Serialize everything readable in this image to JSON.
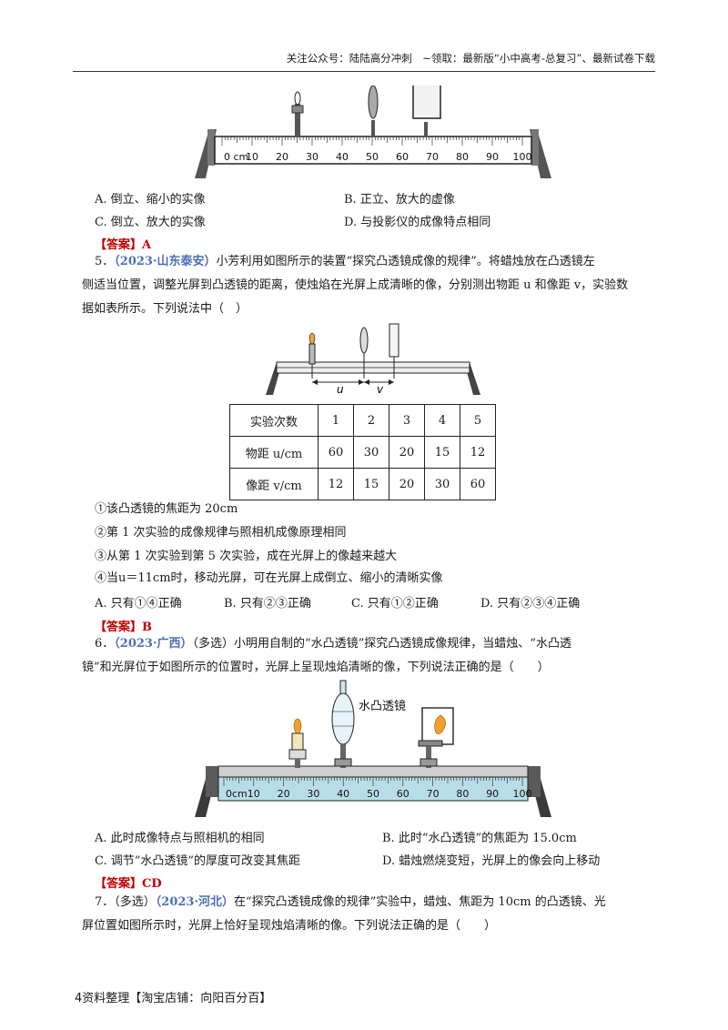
{
  "header": "关注公众号：陆陆高分冲刺　~领取：最新版“小中高考-总复习”、最新试卷下载",
  "q4": {
    "optA": "A. 倒立、缩小的实像",
    "optB": "B. 正立、放大的虚像",
    "optC": "C. 倒立、放大的实像",
    "optD": "D. 与投影仪的成像特点相同",
    "answer": "【答案】A",
    "ruler_ticks": [
      "0 cm",
      "10",
      "20",
      "30",
      "40",
      "50",
      "60",
      "70",
      "80",
      "90",
      "100"
    ]
  },
  "q5": {
    "num": "5．",
    "source": "（2023·山东泰安）",
    "line1": "小芳利用如图所示的装置“探究凸透镜成像的规律”。将蜡烛放在凸透镜左",
    "line2": "侧适当位置，调整光屏到凸透镜的距离，使烛焰在光屏上成清晰的像，分别测出物距 u 和像距 v，实验数",
    "line3": "据如表所示。下列说法中（　）",
    "label_u": "u",
    "label_v": "v",
    "table": {
      "rows": [
        [
          "实验次数",
          "1",
          "2",
          "3",
          "4",
          "5"
        ],
        [
          "物距 u/cm",
          "60",
          "30",
          "20",
          "15",
          "12"
        ],
        [
          "像距 v/cm",
          "12",
          "15",
          "20",
          "30",
          "60"
        ]
      ]
    },
    "s1": "①该凸透镜的焦距为 20cm",
    "s2": "②第 1 次实验的成像规律与照相机成像原理相同",
    "s3": "③从第 1 次实验到第 5 次实验，成在光屏上的像越来越大",
    "s4": "④当u＝11cm时，移动光屏，可在光屏上成倒立、缩小的清晰实像",
    "optA": "A. 只有①④正确",
    "optB": "B. 只有②③正确",
    "optC": "C. 只有①②正确",
    "optD": "D. 只有②③④正确",
    "answer": "【答案】B"
  },
  "q6": {
    "num": "6．",
    "source": "（2023·广西）",
    "line1": "（多选）小明用自制的“水凸透镜”探究凸透镜成像规律，当蜡烛、“水凸透",
    "line2": "镜”和光屏位于如图所示的位置时，光屏上呈现烛焰清晰的像，下列说法正确的是（　　）",
    "lens_label": "水凸透镜",
    "ruler_ticks": [
      "0cm",
      "10",
      "20",
      "30",
      "40",
      "50",
      "60",
      "70",
      "80",
      "90",
      "100"
    ],
    "optA": "A. 此时成像特点与照相机的相同",
    "optB": "B. 此时“水凸透镜”的焦距为 15.0cm",
    "optC": "C. 调节“水凸透镜”的厚度可改变其焦距",
    "optD": "D. 蜡烛燃烧变短，光屏上的像会向上移动",
    "answer": "【答案】CD"
  },
  "q7": {
    "num_pre": "7．（多选）",
    "source": "（2023·河北）",
    "line1": "在“探究凸透镜成像的规律”实验中，蜡烛、焦距为 10cm 的凸透镜、光",
    "line2": "屏位置如图所示时，光屏上恰好呈现烛焰清晰的像。下列说法正确的是（　　）"
  },
  "footer": "4资料整理【淘宝店铺：向阳百分百】"
}
